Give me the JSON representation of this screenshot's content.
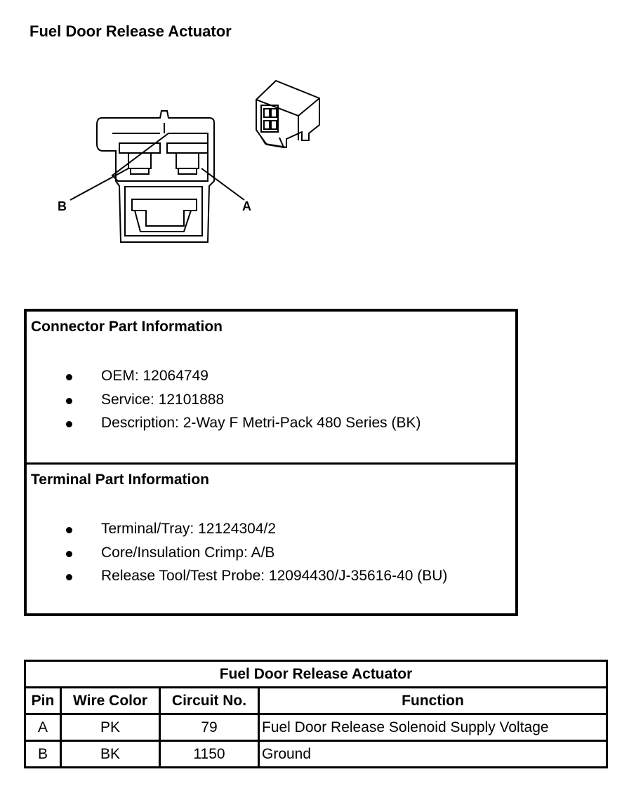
{
  "title": "Fuel Door Release Actuator",
  "diagram": {
    "label_b": "B",
    "label_a": "A"
  },
  "connector_info": {
    "heading": "Connector Part Information",
    "items": [
      "OEM: 12064749",
      "Service: 12101888",
      "Description: 2-Way F Metri-Pack 480 Series (BK)"
    ]
  },
  "terminal_info": {
    "heading": "Terminal Part Information",
    "items": [
      "Terminal/Tray: 12124304/2",
      "Core/Insulation Crimp: A/B",
      "Release Tool/Test Probe: 12094430/J-35616-40 (BU)"
    ]
  },
  "pin_table": {
    "caption": "Fuel Door Release Actuator",
    "headers": [
      "Pin",
      "Wire Color",
      "Circuit No.",
      "Function"
    ],
    "rows": [
      [
        "A",
        "PK",
        "79",
        "Fuel Door Release Solenoid Supply Voltage"
      ],
      [
        "B",
        "BK",
        "1150",
        "Ground"
      ]
    ]
  }
}
